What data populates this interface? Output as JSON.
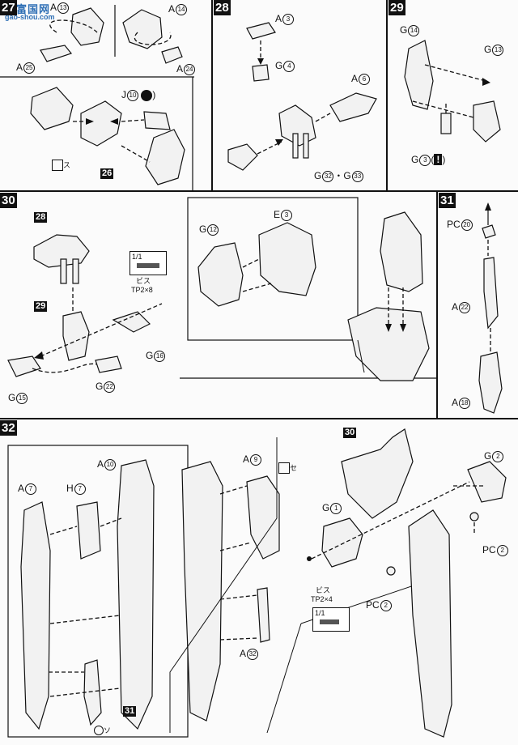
{
  "site": {
    "logo": "富国网",
    "url": "gao-shou.com"
  },
  "steps": {
    "s27": "27",
    "s28": "28",
    "s29": "29",
    "s30": "30",
    "s31": "31",
    "s32": "32"
  },
  "badges": {
    "b26": "26",
    "b28": "28",
    "b29": "29",
    "b31": "31",
    "b30": "30"
  },
  "labels": {
    "a13": "A",
    "a13n": "13",
    "a14": "A",
    "a14n": "14",
    "a25": "A",
    "a25n": "25",
    "a24": "A",
    "a24n": "24",
    "j10": "J",
    "j10n": "10",
    "sym_su": "ス",
    "a3": "A",
    "a3n": "3",
    "g4": "G",
    "g4n": "4",
    "a6": "A",
    "a6n": "6",
    "g32g33": "G",
    "g32n": "32",
    "g33": "G",
    "g33n": "33",
    "g14": "G",
    "g14n": "14",
    "g13": "G",
    "g13n": "13",
    "g3": "G",
    "g3n": "3",
    "exclaim": "!",
    "e3": "E",
    "e3n": "3",
    "g12": "G",
    "g12n": "12",
    "screw_scale": "1/1",
    "screw_text1": "ビス",
    "screw_text2": "TP2×8",
    "g16": "G",
    "g16n": "16",
    "g22": "G",
    "g22n": "22",
    "g15": "G",
    "g15n": "15",
    "pc20": "PC",
    "pc20n": "20",
    "a22": "A",
    "a22n": "22",
    "a18": "A",
    "a18n": "18",
    "a10": "A",
    "a10n": "10",
    "a7": "A",
    "a7n": "7",
    "h7": "H",
    "h7n": "7",
    "a9": "A",
    "a9n": "9",
    "sym_se": "セ",
    "a32": "A",
    "a32n": "32",
    "sym_so": "ソ",
    "g2": "G",
    "g2n": "2",
    "g1": "G",
    "g1n": "1",
    "pc2a": "PC",
    "pc2an": "2",
    "pc2b": "PC",
    "pc2bn": "2",
    "screw2_text1": "ビス",
    "screw2_text2": "TP2×4",
    "screw2_scale": "1/1"
  },
  "colors": {
    "ink": "#111111",
    "paper": "#fbfbfb",
    "logo": "#2e6fb5"
  }
}
